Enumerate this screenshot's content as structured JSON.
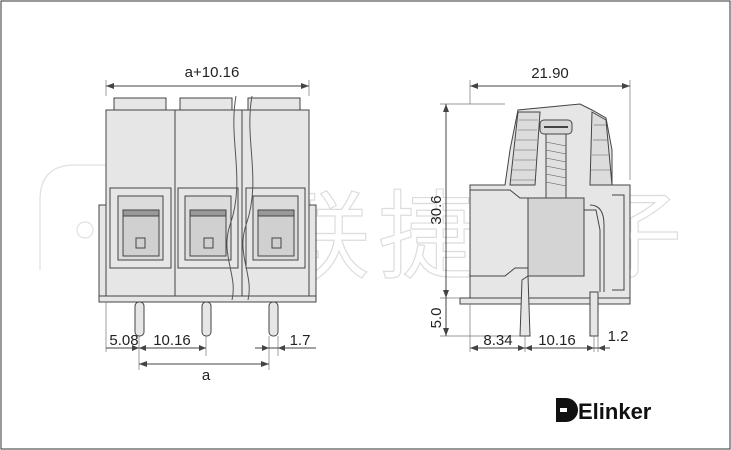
{
  "front_view": {
    "dim_total_width": "a+10.16",
    "dim_offset": "5.08",
    "dim_pitch": "10.16",
    "dim_pin_width": "1.7",
    "dim_span": "a"
  },
  "side_view": {
    "dim_depth": "21.90",
    "dim_height": "30.6",
    "dim_pin_length": "5.0",
    "dim_pin_offset": "8.34",
    "dim_pin_pitch": "10.16",
    "dim_pin_thickness": "1.2"
  },
  "watermark": {
    "text": "欧联捷电子"
  },
  "logo": {
    "text": "Elinker"
  },
  "colors": {
    "body_fill": "#e6e6e6",
    "inner_fill": "#d8d8d8",
    "outline": "#444444"
  }
}
